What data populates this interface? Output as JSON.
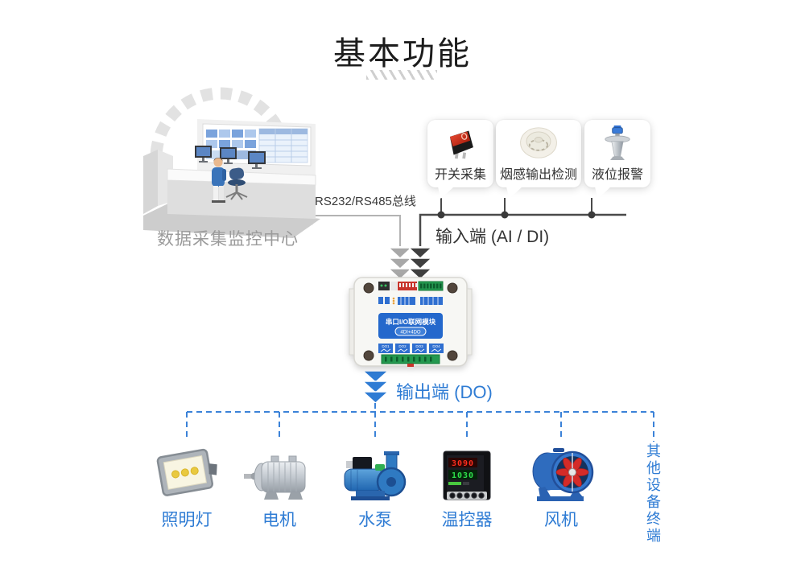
{
  "page": {
    "title": "基本功能"
  },
  "control_center": {
    "label": "数据采集监控中心"
  },
  "connections": {
    "bus_label": "RS232/RS485总线",
    "input_label": "输入端 (AI / DI)",
    "output_label": "输出端 (DO)"
  },
  "sensors": [
    {
      "label": "开关采集",
      "icon": "rocker-switch-icon"
    },
    {
      "label": "烟感输出检测",
      "icon": "smoke-detector-icon"
    },
    {
      "label": "液位报警",
      "icon": "level-alarm-icon"
    }
  ],
  "module": {
    "title": "串口I/O联网模块",
    "model": "4DI+4DO",
    "do_labels": [
      "DO1",
      "DO2",
      "DO3",
      "DO4"
    ]
  },
  "devices": [
    {
      "label": "照明灯",
      "icon": "floodlight-icon"
    },
    {
      "label": "电机",
      "icon": "motor-icon"
    },
    {
      "label": "水泵",
      "icon": "water-pump-icon"
    },
    {
      "label": "温控器",
      "icon": "temp-controller-icon",
      "display_top": "3090",
      "display_bottom": "1030"
    },
    {
      "label": "风机",
      "icon": "fan-icon"
    }
  ],
  "other_terminal": {
    "label": "其他设备终端"
  },
  "colors": {
    "accent_blue": "#2f7cd4",
    "dashed_blue": "#3b82d8",
    "line_gray": "#b3b3b3",
    "line_dark": "#4a4a4a",
    "text_gray": "#9b9b9b",
    "text_dark": "#333333"
  }
}
